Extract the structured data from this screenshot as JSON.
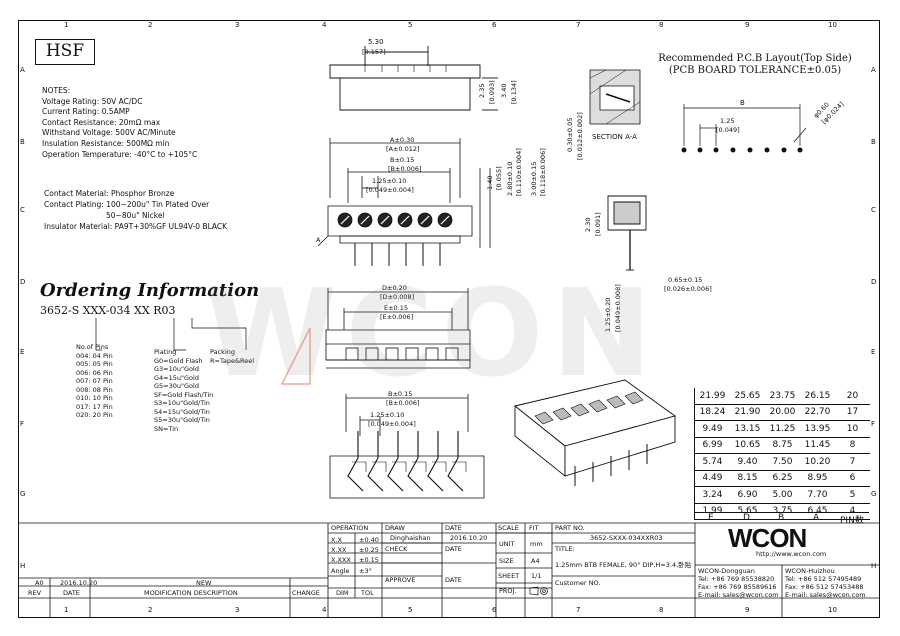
{
  "header_badge": "HSF",
  "grid_columns": [
    "1",
    "2",
    "3",
    "4",
    "5",
    "6",
    "7",
    "8",
    "9",
    "10"
  ],
  "grid_rows": [
    "A",
    "B",
    "C",
    "D",
    "E",
    "F",
    "G",
    "H"
  ],
  "notes": {
    "title": "NOTES:",
    "lines": [
      "Voltage Rating: 50V AC/DC",
      "Current Rating: 0.5AMP",
      "Contact Resistance: 20mΩ max",
      "Withstand Voltage: 500V AC/Minute",
      "Insulation Resistance: 500MΩ min",
      "Operation Temperature: -40°C to +105°C"
    ]
  },
  "materials": {
    "contact": "Contact Material: Phosphor Bronze",
    "plating": "Contact Plating: 100~200u\" Tin Plated Over",
    "plating2": "50~80u\" Nickel",
    "insulator": "Insulator Material: PA9T+30%GF UL94V-0 BLACK"
  },
  "ordering": {
    "title": "Ordering Information",
    "code": "3652-S XXX-034 XX R03",
    "pins_header": "No.of Pins",
    "pins": [
      "004: 04 Pin",
      "005: 05 Pin",
      "006: 06 Pin",
      "007: 07 Pin",
      "008: 08 Pin",
      "010: 10 Pin",
      "017: 17 Pin",
      "020: 20 Pin"
    ],
    "plating_header": "Plating",
    "plating": [
      "G0=Gold Flash",
      "G3=10u\"Gold",
      "G4=15u\"Gold",
      "G5=30u\"Gold",
      "SF=Gold Flash/Tin",
      "S3=10u\"Gold/Tin",
      "S4=15u\"Gold/Tin",
      "S5=30u\"Gold/Tin",
      "SN=Tin"
    ],
    "packing_header": "Packing",
    "packing": [
      "R=Tape&Reel"
    ]
  },
  "drawing_labels": {
    "top_width": "5.30",
    "top_width_in": "[0.157]",
    "h1": "2.35",
    "h1_in": "[0.093]",
    "h2": "3.40",
    "h2_in": "[0.134]",
    "a_dim": "A±0.30",
    "a_dim_in": "[A±0.012]",
    "b_dim": "B±0.15",
    "b_dim_in": "[B±0.006]",
    "pitch": "1.25±0.10",
    "pitch_in": "[0.049±0.004]",
    "v1": "1.40",
    "v1_in": "[0.055]",
    "v2": "2.80±0.10",
    "v2_in": "[0.110±0.004]",
    "v3": "3.00±0.15",
    "v3_in": "[0.118±0.006]",
    "sect_v": "0.30±0.05",
    "sect_v_in": "[0.012±0.002]",
    "section": "SECTION A-A",
    "side_h": "2.30",
    "side_h_in": "[0.091]",
    "lead_w": "0.65±0.15",
    "lead_w_in": "[0.026±0.006]",
    "lead_h": "1.25±0.20",
    "lead_h_in": "[0.049±0.008]",
    "d_dim": "D±0.20",
    "d_dim_in": "[D±0.008]",
    "e_dim": "E±0.15",
    "e_dim_in": "[E±0.006]",
    "b2_dim": "B±0.15",
    "b2_dim_in": "[B±0.006]",
    "pitch2": "1.25±0.10",
    "pitch2_in": "[0.049±0.004]",
    "marker_a": "A"
  },
  "pcb_layout": {
    "title_line1": "Recommended P.C.B Layout(Top Side)",
    "title_line2": "(PCB BOARD TOLERANCE±0.05)",
    "b_label": "B",
    "pitch": "1.25",
    "pitch_in": "[0.049]",
    "hole": "φ0.60",
    "hole_in": "[φ0.024]",
    "hole_count": 8
  },
  "dims_table": {
    "rows": [
      [
        "21.99",
        "25.65",
        "23.75",
        "26.15",
        "20"
      ],
      [
        "18.24",
        "21.90",
        "20.00",
        "22.70",
        "17"
      ],
      [
        "9.49",
        "13.15",
        "11.25",
        "13.95",
        "10"
      ],
      [
        "6.99",
        "10.65",
        "8.75",
        "11.45",
        "8"
      ],
      [
        "5.74",
        "9.40",
        "7.50",
        "10.20",
        "7"
      ],
      [
        "4.49",
        "8.15",
        "6.25",
        "8.95",
        "6"
      ],
      [
        "3.24",
        "6.90",
        "5.00",
        "7.70",
        "5"
      ],
      [
        "1.99",
        "5.65",
        "3.75",
        "6.45",
        "4"
      ]
    ],
    "header": [
      "E",
      "D",
      "B",
      "A",
      "PIN数"
    ]
  },
  "title_block": {
    "operation": "OPERATION",
    "op_rows": [
      [
        "X.X",
        "±0.40"
      ],
      [
        "X.XX",
        "±0.25"
      ],
      [
        "X.XXX",
        "±0.15"
      ],
      [
        "Angle",
        "±3°"
      ]
    ],
    "dim": "DIM",
    "tol": "TOL",
    "draw": "DRAW",
    "drawer": "Dinghaishan",
    "date_label": "DATE",
    "date": "2016.10.20",
    "check": "CHECK",
    "approve": "APPROVE",
    "scale": "SCALE",
    "scale_val": "FIT",
    "unit": "UNIT",
    "unit_val": "mm",
    "size": "SIZE",
    "size_val": "A4",
    "sheet": "SHEET",
    "sheet_val": "1/1",
    "proj": "PROJ.",
    "part_no_label": "PART NO.",
    "part_no": "3652-SXXX-034XXR03",
    "title_label": "TITLE:",
    "title": "1.25mm BTB FEMALE, 90° DIP,H=3.4,卧贴",
    "customer": "Customer NO.",
    "brand": "WCON",
    "website": "http://www.wcon.com",
    "dongguan": [
      "WCON-Dongguan",
      "Tel: +86 769 85538820",
      "Fax: +86 769 85589616",
      "E-mail: sales@wcon.com"
    ],
    "huizhou": [
      "WCON-Huizhou",
      "Tel: +86 512 57495489",
      "Fax: +86 512 57453488",
      "E-mail: sales@wcon.com"
    ]
  },
  "revision": {
    "rev": "A0",
    "date": "2016.10.20",
    "desc": "NEW",
    "headers": [
      "REV",
      "DATE",
      "MODIFICATION DESCRIPTION",
      "CHANGE"
    ]
  },
  "watermark": "WCON"
}
